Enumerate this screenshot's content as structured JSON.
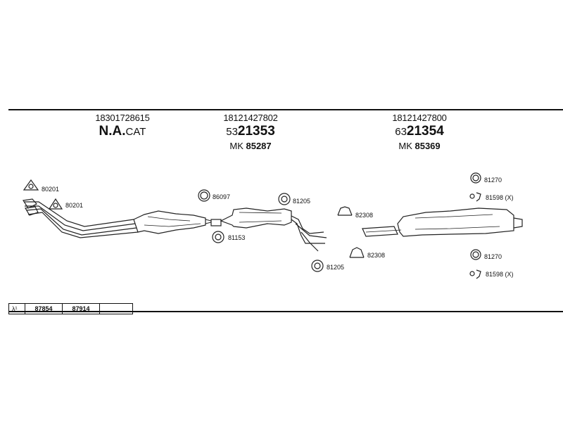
{
  "headers": [
    {
      "code": "18301728615",
      "prefix": "N.A.",
      "suffix": "CAT",
      "mk_prefix": "",
      "mk_value": ""
    },
    {
      "code": "18121427802",
      "prefix": "53",
      "suffix": "21353",
      "mk_prefix": "MK",
      "mk_value": "85287"
    },
    {
      "code": "18121427800",
      "prefix": "63",
      "suffix": "21354",
      "mk_prefix": "MK",
      "mk_value": "85369"
    }
  ],
  "parts": {
    "p80201a": "80201",
    "p80201b": "80201",
    "p86097": "86097",
    "p81153": "81153",
    "p81205a": "81205",
    "p82308a": "82308",
    "p82308b": "82308",
    "p81205b": "81205",
    "p81270a": "81270",
    "p81598a": "81598 (X)",
    "p81270b": "81270",
    "p81598b": "81598 (X)"
  },
  "lambda": {
    "symbol": "λ¹",
    "sensors": [
      "87854",
      "87914"
    ]
  }
}
